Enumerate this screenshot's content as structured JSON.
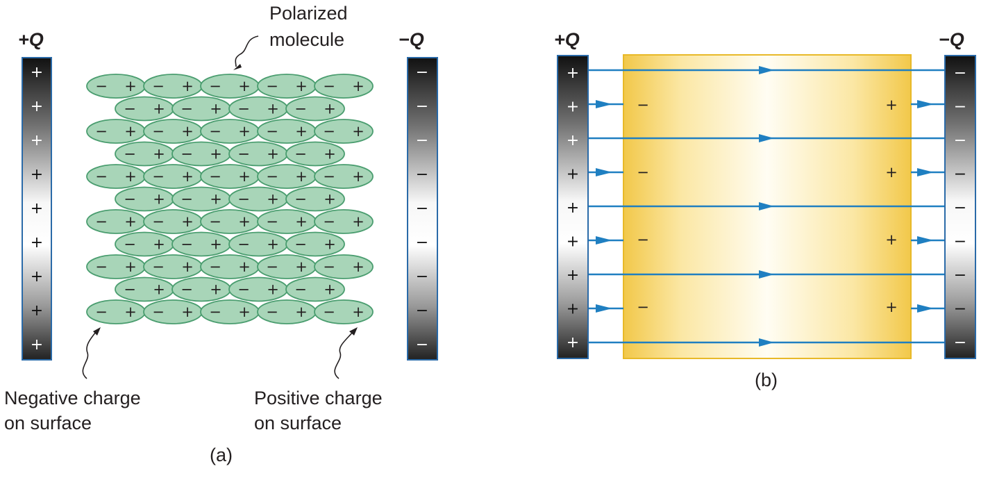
{
  "panel_a": {
    "left_plate_label": "+Q",
    "right_plate_label": "−Q",
    "left_plate_sign": "+",
    "right_plate_sign": "−",
    "molecule_negative_sign": "−",
    "molecule_positive_sign": "+",
    "molecule_label_line1": "Polarized",
    "molecule_label_line2": "molecule",
    "negative_label_line1": "Negative charge",
    "negative_label_line2": "on surface",
    "positive_label_line1": "Positive charge",
    "positive_label_line2": "on surface",
    "caption": "(a)",
    "molecule_fill": "#a8d5b8",
    "molecule_stroke": "#4a9d6f"
  },
  "panel_b": {
    "left_plate_label": "+Q",
    "right_plate_label": "−Q",
    "left_plate_sign": "+",
    "right_plate_sign": "−",
    "dielectric_negative_sign": "−",
    "dielectric_positive_sign": "+",
    "caption": "(b)",
    "dielectric_edge_color": "#f0c63a",
    "field_line_color": "#1f7fc1"
  }
}
